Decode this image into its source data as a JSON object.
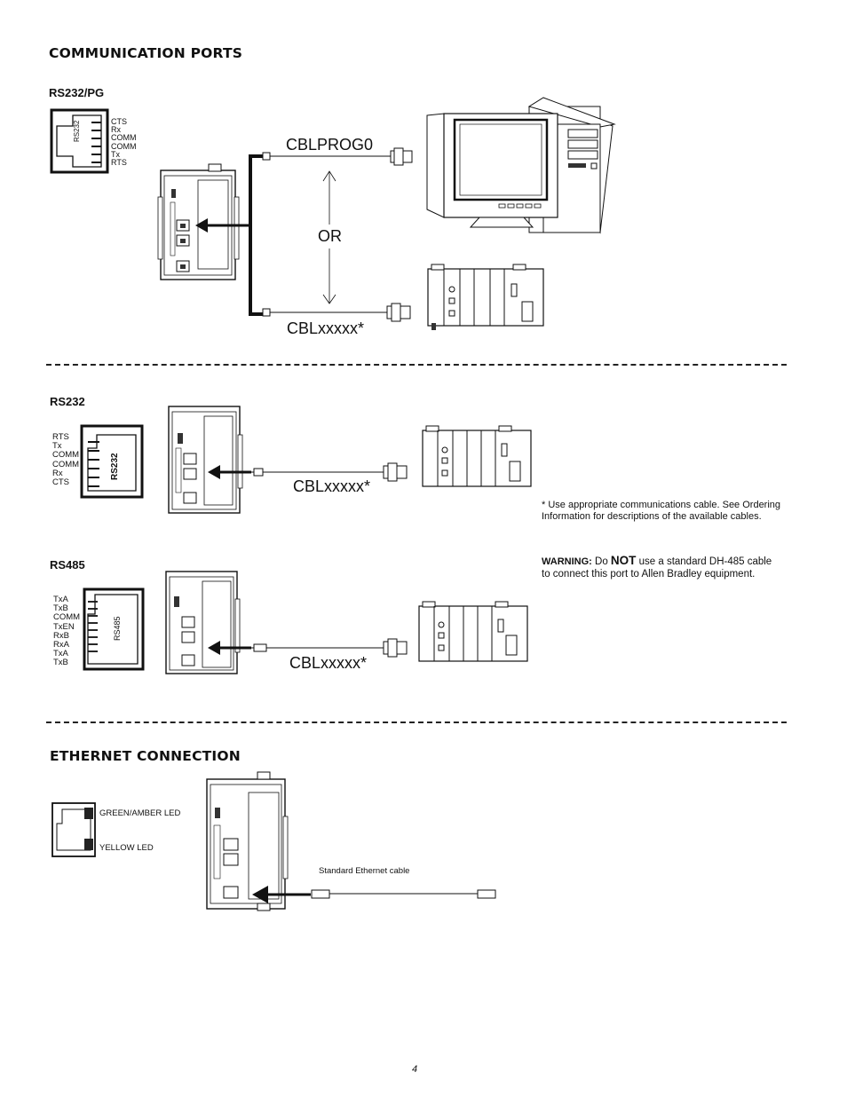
{
  "headings": {
    "communication_ports": "COMMUNICATION PORTS",
    "ethernet_connection": "ETHERNET CONNECTION"
  },
  "rs232pg": {
    "title": "RS232/PG",
    "connector_label": "RS232",
    "pins": [
      "CTS",
      "Rx",
      "COMM",
      "COMM",
      "Tx",
      "RTS"
    ],
    "cable_top": "CBLPROG0",
    "or_label": "OR",
    "cable_bottom": "CBLxxxxx*"
  },
  "rs232": {
    "title": "RS232",
    "connector_label": "RS232",
    "pins": [
      "RTS",
      "Tx",
      "COMM",
      "COMM",
      "Rx",
      "CTS"
    ],
    "cable": "CBLxxxxx*"
  },
  "rs485": {
    "title": "RS485",
    "connector_label": "RS485",
    "pins": [
      "TxA",
      "TxB",
      "COMM",
      "TxEN",
      "RxB",
      "RxA",
      "TxA",
      "TxB"
    ],
    "cable": "CBLxxxxx*"
  },
  "footnote": "*  Use appropriate communications cable. See Ordering Information for descriptions of the available cables.",
  "warning": {
    "label": "WARNING:",
    "pre": " Do ",
    "emphasis": "NOT",
    "post": " use a standard DH-485 cable to connect this port to Allen Bradley equipment."
  },
  "ethernet": {
    "led_green": "GREEN/AMBER LED",
    "led_yellow": "YELLOW LED",
    "cable": "Standard Ethernet cable"
  },
  "page_number": "4"
}
